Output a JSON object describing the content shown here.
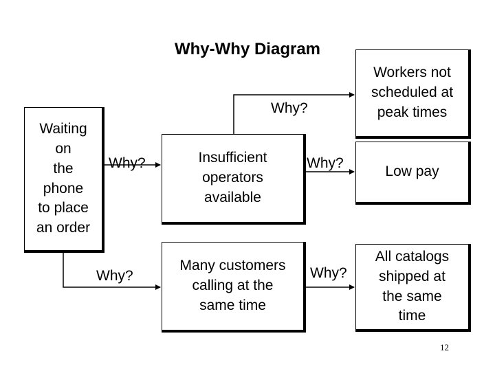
{
  "title": "Why-Why Diagram",
  "boxes": {
    "problem": "Waiting\non\nthe\nphone\nto place\nan order",
    "cause_operators": "Insufficient\noperators\navailable",
    "cause_customers": "Many customers\ncalling at the\nsame time",
    "cause_scheduling": "Workers not\nscheduled at\npeak times",
    "cause_pay": "Low pay",
    "cause_catalogs": "All catalogs\nshipped at\nthe same\ntime"
  },
  "labels": {
    "why_1": "Why?",
    "why_2": "Why?",
    "why_3": "Why?",
    "why_4": "Why?",
    "why_5": "Why?"
  },
  "page_number": "12"
}
